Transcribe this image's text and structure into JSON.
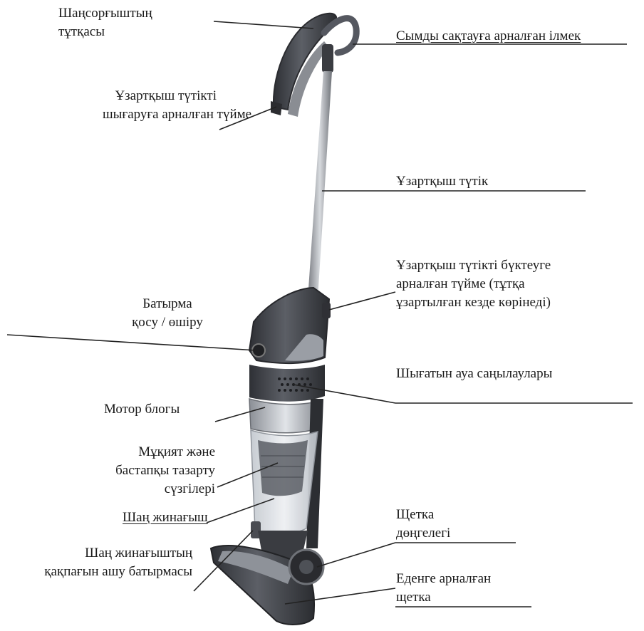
{
  "labels": {
    "handle": [
      "Шаңсорғыштың",
      "тұтқасы"
    ],
    "cord_hook": "Сымды сақтауға арналған ілмек",
    "tube_release_button": [
      "Ұзартқыш түтікті",
      "шығаруға арналған түйме"
    ],
    "extension_tube": "Ұзартқыш түтік",
    "tube_fold_button": [
      "Ұзартқыш түтікті бүктеуге",
      "арналған түйме (тұтқа",
      "ұзартылған кезде көрінеді)"
    ],
    "power_button": [
      "Батырма",
      "қосу / өшіру"
    ],
    "air_outlet": "Шығатын ауа саңылаулары",
    "motor_block": "Мотор блогы",
    "filters": [
      "Мұқият және",
      "бастапқы тазарту",
      "сүзгілері"
    ],
    "dust_container": "Шаң жинағыш",
    "dust_lid_button": [
      "Шаң жинағыштың",
      "қақпағын ашу батырмасы"
    ],
    "brush_wheel": [
      "Щетка",
      "дөңгелегі"
    ],
    "floor_brush": [
      "Еденге арналған",
      "щетка"
    ]
  },
  "colors": {
    "body_dark": "#3d3f45",
    "body_mid": "#6a6d74",
    "silver": "#b8bcc3",
    "container": "#d9dde2",
    "leader_line": "#222222"
  }
}
